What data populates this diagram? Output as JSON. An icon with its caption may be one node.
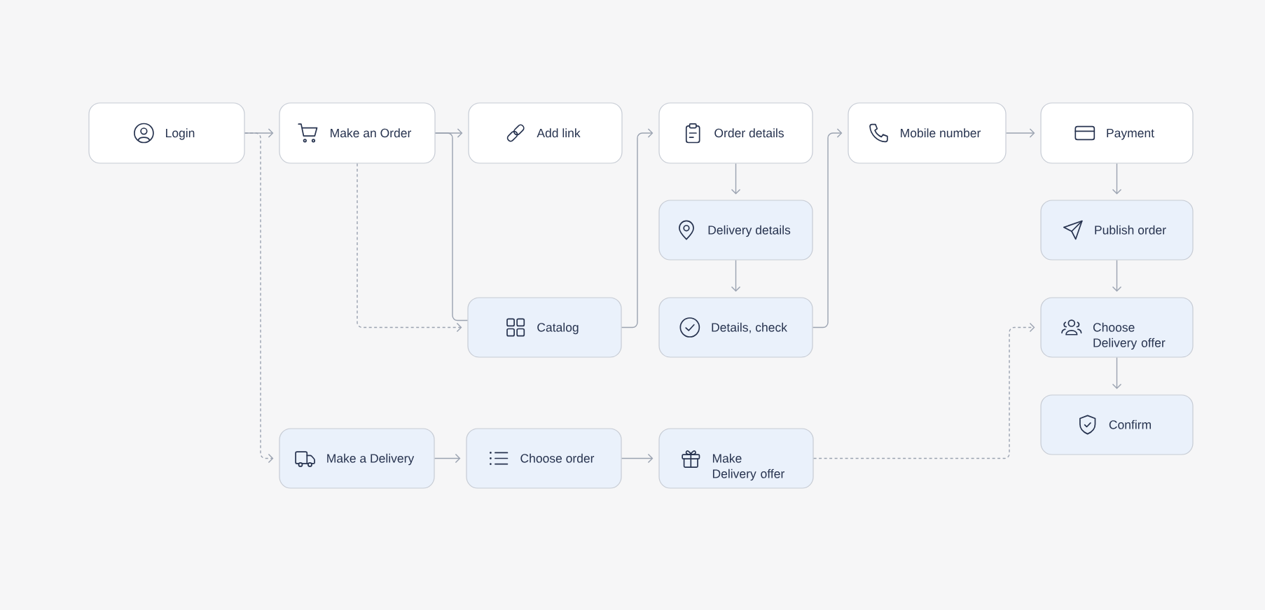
{
  "diagram": {
    "nodes": [
      {
        "text": [
          "Login"
        ]
      },
      {
        "text": [
          "Make an Order"
        ]
      },
      {
        "text": [
          "Add link"
        ]
      },
      {
        "text": [
          "Order details"
        ]
      },
      {
        "text": [
          "Mobile number"
        ]
      },
      {
        "text": [
          "Payment"
        ]
      },
      {
        "text": [
          "Delivery details"
        ]
      },
      {
        "text": [
          "Publish order"
        ]
      },
      {
        "text": [
          "Catalog"
        ]
      },
      {
        "text": [
          "Details, check"
        ]
      },
      {
        "text": [
          "Choose Delivery offer"
        ]
      },
      {
        "text": [
          "Confirm"
        ]
      },
      {
        "text": [
          "Make a Delivery"
        ]
      },
      {
        "text": [
          "Choose order"
        ]
      },
      {
        "text": [
          "Make Delivery offer"
        ]
      }
    ],
    "edges": [
      {
        "from": 0,
        "to": 1,
        "arrow": "to"
      },
      {
        "from": 0,
        "to": 12,
        "arrow": "to",
        "style": "dashed"
      },
      {
        "from": 1,
        "to": 2,
        "arrow": "to"
      },
      {
        "from": 1,
        "to": 8,
        "arrow": "none"
      },
      {
        "from": 1,
        "to": 8,
        "arrow": "to",
        "style": "dashed"
      },
      {
        "from": 8,
        "to": 3,
        "arrow": "to"
      },
      {
        "from": 3,
        "to": 6,
        "arrow": "to"
      },
      {
        "from": 6,
        "to": 9,
        "arrow": "to"
      },
      {
        "from": 9,
        "to": 4,
        "arrow": "to"
      },
      {
        "from": 4,
        "to": 5,
        "arrow": "to"
      },
      {
        "from": 5,
        "to": 7,
        "arrow": "to"
      },
      {
        "from": 7,
        "to": 10,
        "arrow": "to"
      },
      {
        "from": 10,
        "to": 11,
        "arrow": "to"
      },
      {
        "from": 12,
        "to": 13,
        "arrow": "to"
      },
      {
        "from": 13,
        "to": 14,
        "arrow": "to"
      },
      {
        "from": 14,
        "to": 10,
        "arrow": "to",
        "style": "dashed"
      }
    ]
  }
}
